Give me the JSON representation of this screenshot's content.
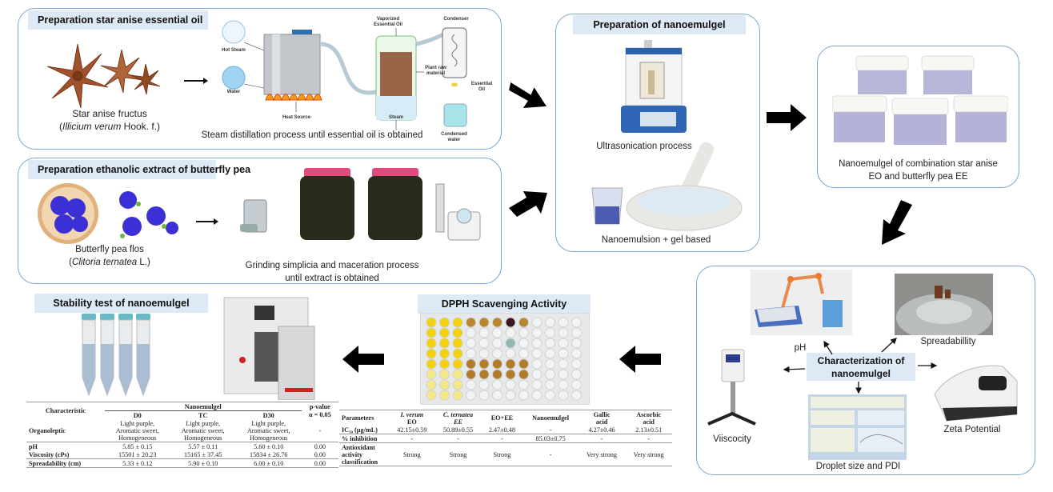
{
  "panels": {
    "star_anise": {
      "title": "Preparation star anise essential oil",
      "caption_line1": "Star anise fructus",
      "caption_species": "Illicium verum",
      "caption_author": " Hook. f.)",
      "process_caption": "Steam distillation process until essential oil is obtained",
      "labels": {
        "hot_steam": "Hot Steam",
        "water": "Water",
        "heat_source": "Heat Source",
        "vaporized": "Vaporized Essential Oil",
        "plant_raw": "Plant raw material",
        "steam": "Steam",
        "condenser": "Condenser",
        "essential_oil": "Essential Oil",
        "condensed_water": "Condensed water"
      }
    },
    "butterfly_pea": {
      "title": "Preparation ethanolic extract of butterfly pea",
      "caption_line1": "Butterfly pea flos",
      "caption_species": "Clitoria ternatea",
      "caption_author": " L.)",
      "process_caption": "Grinding simplicia and maceration process until extract is obtained"
    },
    "nanoemulgel_prep": {
      "title": "Preparation of nanoemulgel",
      "ultrasonication": "Ultrasonication process",
      "gel": "Nanoemulsion + gel based"
    },
    "product": {
      "caption": "Nanoemulgel of combination star anise EO and butterfly pea EE"
    },
    "characterization": {
      "title": "Characterization of nanoemulgel",
      "ph": "pH",
      "spreadability": "Spreadabillity",
      "viscosity": "Viiscocity",
      "zeta": "Zeta Potential",
      "droplet": "Droplet size and PDI"
    },
    "dpph": {
      "title": "DPPH Scavenging Activity"
    },
    "stability": {
      "title": "Stability test of nanoemulgel"
    }
  },
  "stability_table": {
    "header_characteristic": "Characteristic",
    "header_group": "Nanoemulgel",
    "header_pvalue": "p-value",
    "header_alpha": "α = 0.05",
    "columns": [
      "D0",
      "TC",
      "D30"
    ],
    "rows": [
      {
        "label": "Organoleptic",
        "values": [
          "Light purple, Aromatic sweet, Homogeneous",
          "Light purple, Aromatic sweet, Homogeneous",
          "Light purple, Aromatic sweet, Homogeneous"
        ],
        "p": "-"
      },
      {
        "label": "pH",
        "values": [
          "5.85 ± 0.15",
          "5.57 ± 0.11",
          "5.60 ± 0.10"
        ],
        "p": "0.00"
      },
      {
        "label": "Viscosity (cPs)",
        "values": [
          "15501 ± 20.23",
          "15165 ± 37.45",
          "15834 ± 26.76"
        ],
        "p": "0.00"
      },
      {
        "label": "Spreadability (cm)",
        "values": [
          "5.33 ± 0.12",
          "5.90 ± 0.10",
          "6.00 ± 0.10"
        ],
        "p": "0.00"
      }
    ]
  },
  "dpph_table": {
    "headers": [
      {
        "line1": "Parameters",
        "line2": ""
      },
      {
        "line1": "I. verum",
        "line2": "EO"
      },
      {
        "line1": "C. ternatea",
        "line2": "EE"
      },
      {
        "line1": "EO+EE",
        "line2": ""
      },
      {
        "line1": "Nanoemulgel",
        "line2": ""
      },
      {
        "line1": "Gallic",
        "line2": "acid"
      },
      {
        "line1": "Ascorbic",
        "line2": "acid"
      }
    ],
    "rows": [
      {
        "label": "IC₅₀ (µg/mL)",
        "values": [
          "42.15±0.59",
          "50.89±0.55",
          "2.47±0.48",
          "-",
          "4.27±0.46",
          "2.13±0.51"
        ]
      },
      {
        "label": "% inhibition",
        "values": [
          "-",
          "-",
          "-",
          "85.03±0.75",
          "-",
          "-"
        ]
      },
      {
        "label": "Antioxidant activity classification",
        "values": [
          "Strong",
          "Strong",
          "Strong",
          "-",
          "Very strong",
          "Very strong"
        ]
      }
    ]
  }
}
